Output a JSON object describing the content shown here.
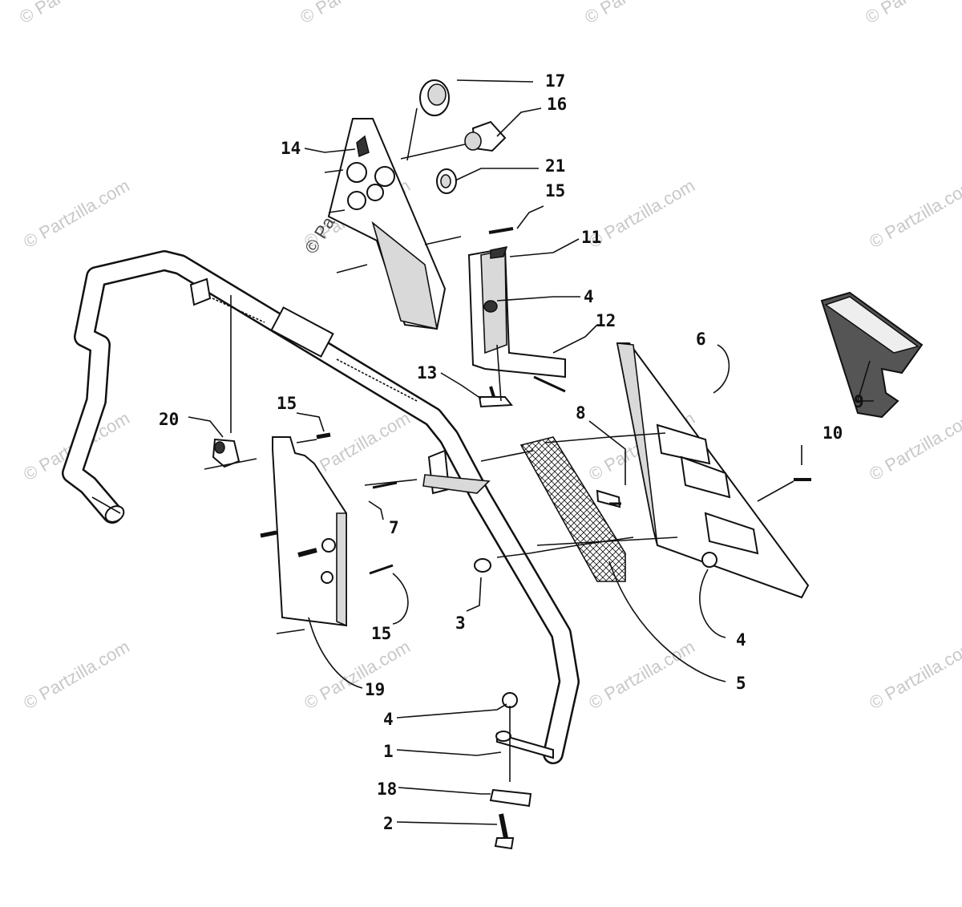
{
  "watermark": {
    "text": "© Partzilla.com",
    "color": "#c8c8c8"
  },
  "part_labels": [
    {
      "id": "17",
      "text": "17"
    },
    {
      "id": "16",
      "text": "16"
    },
    {
      "id": "14",
      "text": "14"
    },
    {
      "id": "21",
      "text": "21"
    },
    {
      "id": "15a",
      "text": "15"
    },
    {
      "id": "11",
      "text": "11"
    },
    {
      "id": "4a",
      "text": "4"
    },
    {
      "id": "12",
      "text": "12"
    },
    {
      "id": "13",
      "text": "13"
    },
    {
      "id": "6",
      "text": "6"
    },
    {
      "id": "9",
      "text": "9"
    },
    {
      "id": "20",
      "text": "20"
    },
    {
      "id": "15b",
      "text": "15"
    },
    {
      "id": "8",
      "text": "8"
    },
    {
      "id": "10",
      "text": "10"
    },
    {
      "id": "7",
      "text": "7"
    },
    {
      "id": "3",
      "text": "3"
    },
    {
      "id": "15c",
      "text": "15"
    },
    {
      "id": "4b",
      "text": "4"
    },
    {
      "id": "5",
      "text": "5"
    },
    {
      "id": "19",
      "text": "19"
    },
    {
      "id": "4c",
      "text": "4"
    },
    {
      "id": "1",
      "text": "1"
    },
    {
      "id": "18",
      "text": "18"
    },
    {
      "id": "2",
      "text": "2"
    }
  ]
}
